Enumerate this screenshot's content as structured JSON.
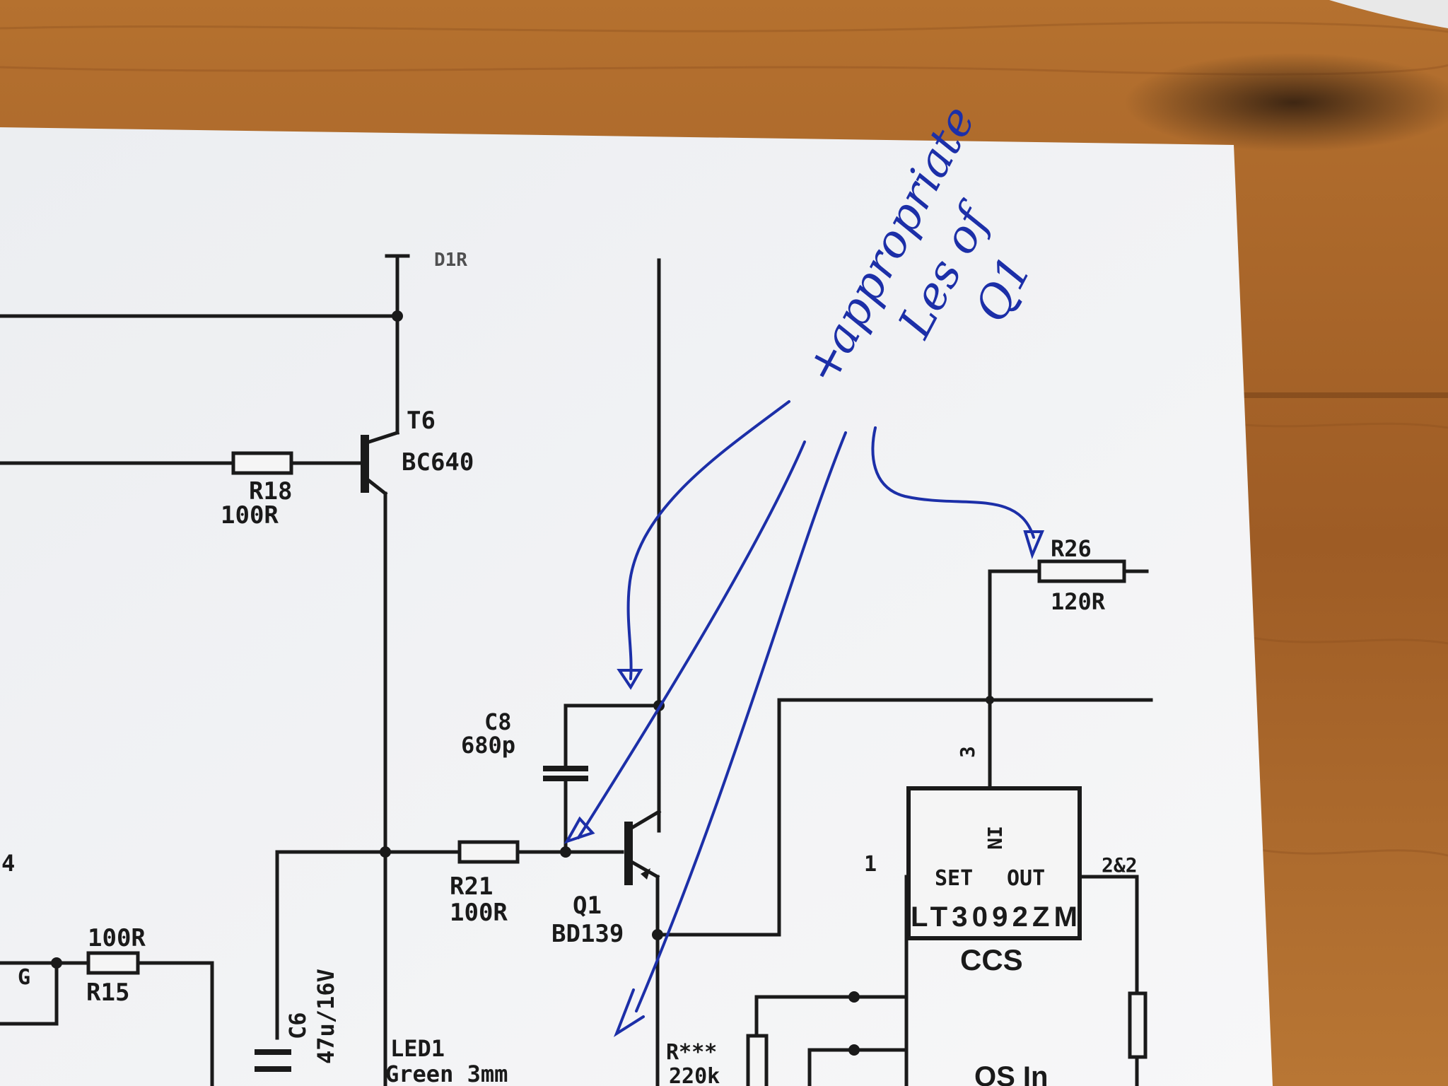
{
  "schematic": {
    "supply_label": "D1R",
    "T6": {
      "ref": "T6",
      "part": "BC640"
    },
    "R18": {
      "ref": "R18",
      "value": "100R"
    },
    "R26": {
      "ref": "R26",
      "value": "120R"
    },
    "C8": {
      "ref": "C8",
      "value": "680p"
    },
    "R21": {
      "ref": "R21",
      "value": "100R"
    },
    "Q1": {
      "ref": "Q1",
      "part": "BD139"
    },
    "R15": {
      "ref": "R15",
      "value": "100R"
    },
    "G_label": "G",
    "left_edge_label": "4",
    "C6": {
      "ref": "C6",
      "value": "47u/16V"
    },
    "LED1": {
      "ref": "LED1",
      "desc": "Green 3mm"
    },
    "Rxx": {
      "ref": "R***",
      "value": "220k"
    },
    "regulator": {
      "part": "LT3092ZM",
      "pin_in": "IN",
      "pin_set": "SET",
      "pin_out": "OUT",
      "pin3": "3",
      "pin1": "1",
      "pin2": "2&2",
      "caption": "CCS"
    },
    "bottom_right_label": "OS In"
  },
  "annotation": {
    "prefix": "+",
    "line1": "appropriate",
    "line2": "Les of",
    "line3": "Q1",
    "color": "#1c2fa8"
  },
  "colors": {
    "paper": "#f3f4f6",
    "ink": "#1a1a1a",
    "pen": "#1c2fa8",
    "wood": "#a8652a"
  }
}
